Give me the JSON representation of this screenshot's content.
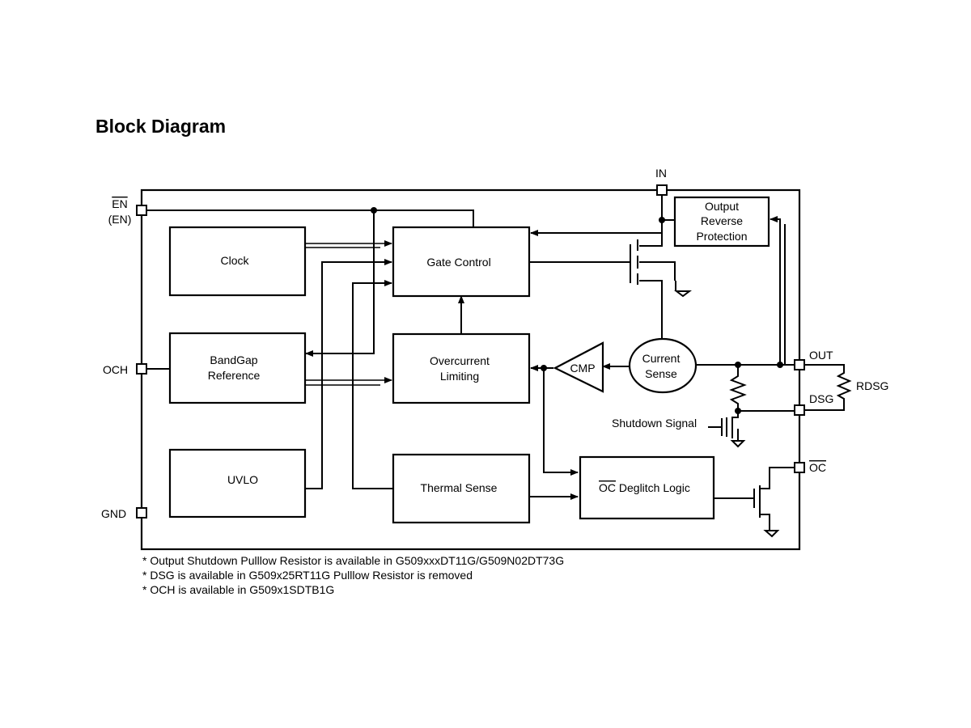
{
  "title": "Block Diagram",
  "blocks": {
    "clock": "Clock",
    "gate_control": "Gate Control",
    "output_reverse": [
      "Output",
      "Reverse",
      "Protection"
    ],
    "bandgap": [
      "BandGap",
      "Reference"
    ],
    "overcurrent": [
      "Overcurrent",
      "Limiting"
    ],
    "cmp": "CMP",
    "current_sense": [
      "Current",
      "Sense"
    ],
    "uvlo": "UVLO",
    "thermal_sense": "Thermal Sense",
    "oc_deglitch_bar": "OC",
    "oc_deglitch_rest": " Deglitch Logic"
  },
  "pins": {
    "en_top": "EN",
    "en_bottom": "(EN)",
    "in": "IN",
    "och": "OCH",
    "gnd": "GND",
    "out": "OUT",
    "dsg": "DSG",
    "oc": "OC"
  },
  "labels": {
    "rdsg": "RDSG",
    "shutdown_signal": "Shutdown Signal"
  },
  "notes": [
    "* Output Shutdown Pulllow Resistor is available in G509xxxDT11G/G509N02DT73G",
    "* DSG is available in G509x25RT11G Pulllow Resistor is removed",
    "* OCH is available in G509x1SDTB1G"
  ]
}
